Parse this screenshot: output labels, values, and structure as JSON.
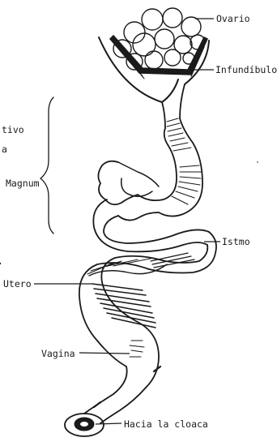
{
  "labels": {
    "ovary": "Ovario",
    "infundibulum": "Infundíbulo",
    "partial_left_1": "tivo",
    "partial_left_2": "a",
    "magnum": "Magnum",
    "isthmus": "Istmo",
    "uterus": "Utero",
    "vagina": "Vagina",
    "cloaca": "Hacia la cloaca"
  },
  "ink_color": "#1a1a1a",
  "paper_color": "#ffffff"
}
